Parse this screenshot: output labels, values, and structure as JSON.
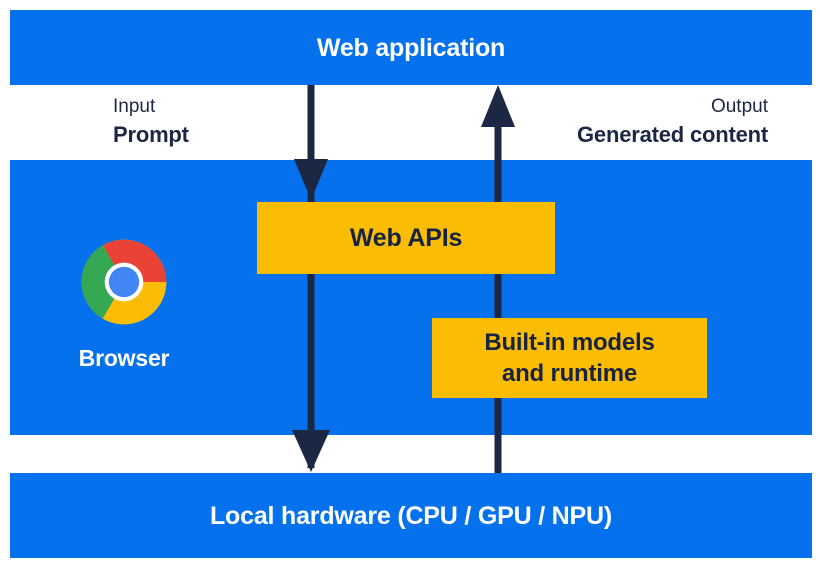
{
  "diagram": {
    "title_context": "Built-in web AI architecture",
    "layers": {
      "web_application": {
        "label": "Web application"
      },
      "browser": {
        "label": "Browser",
        "web_apis": {
          "label": "Web APIs"
        },
        "builtin_models": {
          "label": "Built-in models and runtime"
        }
      },
      "local_hardware": {
        "label": "Local hardware (CPU / GPU / NPU)"
      }
    },
    "flows": {
      "input": {
        "kicker": "Input",
        "label": "Prompt",
        "direction": "down"
      },
      "output": {
        "kicker": "Output",
        "label": "Generated content",
        "direction": "up"
      }
    },
    "icons": {
      "browser_logo": "chrome-logo"
    },
    "colors": {
      "panel_blue": "#0571ec",
      "box_yellow": "#fbbc04",
      "ink_navy": "#1c2843",
      "text_white": "#ffffff",
      "chrome_red": "#ea4335",
      "chrome_green": "#34a853",
      "chrome_yellow": "#fbbc05",
      "chrome_blue": "#4285f4"
    }
  }
}
